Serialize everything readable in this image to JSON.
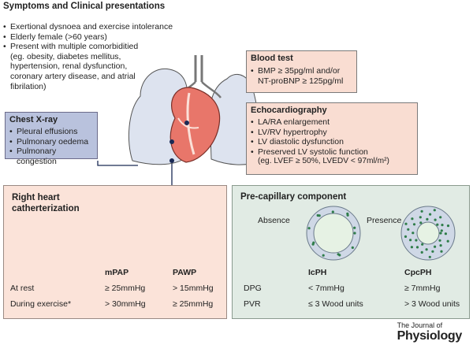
{
  "symptoms": {
    "title": "Symptoms and Clinical presentations",
    "items": [
      "Exertional dysnoea and exercise intolerance",
      "Elderly female (>60 years)",
      "Present with multiple comorbiditied (eg. obesity, diabetes mellitus, hypertension, renal dysfunction, coronary artery disease, and atrial fibrilation)"
    ]
  },
  "blood_test": {
    "title": "Blood test",
    "items": [
      "BMP ≥ 35pg/ml and/or NT-proBNP ≥ 125pg/ml"
    ]
  },
  "chest_xray": {
    "title": "Chest X-ray",
    "items": [
      "Pleural effusions",
      "Pulmonary oedema",
      "Pulmonary congestion"
    ]
  },
  "echo": {
    "title": "Echocardiography",
    "items": [
      "LA/RA enlargement",
      "LV/RV hypertrophy",
      "LV diastolic dysfunction",
      "Preserved LV systolic function",
      "(eg. LVEF ≥ 50%, LVEDV < 97ml/m²)"
    ]
  },
  "rhc": {
    "title": "Right heart catherterization",
    "col1": "mPAP",
    "col2": "PAWP",
    "rows": [
      {
        "label": "At rest",
        "v1": "≥ 25mmHg",
        "v2": "> 15mmHg"
      },
      {
        "label": "During exercise*",
        "v1": "> 30mmHg",
        "v2": "≥ 25mmHg"
      }
    ]
  },
  "precap": {
    "title": "Pre-capillary component",
    "absence": "Absence",
    "presence": "Presence",
    "col1": "IcPH",
    "col2": "CpcPH",
    "rows": [
      {
        "label": "DPG",
        "v1": "< 7mmHg",
        "v2": "≥ 7mmHg"
      },
      {
        "label": "PVR",
        "v1": "≤ 3 Wood units",
        "v2": "> 3 Wood units"
      }
    ]
  },
  "journal": {
    "line1": "The Journal of",
    "line2": "Physiology"
  },
  "colors": {
    "heart": "#e8766a",
    "lung": "#dde3ef",
    "salmon_box": "#f9ddd2",
    "blue_box": "#b9c2dd",
    "green_box": "#e1ebe4",
    "vessel_dot": "#2f7d4a"
  }
}
